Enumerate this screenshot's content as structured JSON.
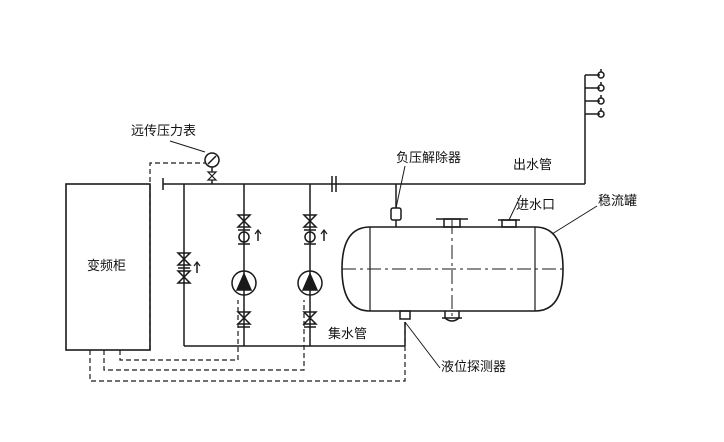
{
  "labels": {
    "remote_pressure_gauge": "远传压力表",
    "vfd_cabinet": "变频柜",
    "vacuum_suppressor": "负压解除器",
    "outlet_pipe": "出水管",
    "steady_flow_tank": "稳流罐",
    "water_inlet": "进水口",
    "collecting_pipe": "集水管",
    "level_detector": "液位探测器"
  },
  "colors": {
    "line": "#1a1a1a",
    "background": "#ffffff"
  }
}
